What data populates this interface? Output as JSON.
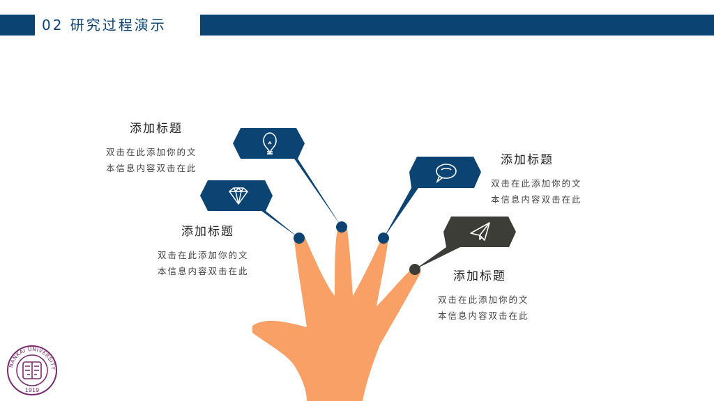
{
  "header": {
    "title": "02 研究过程演示"
  },
  "items": [
    {
      "title": "添加标题",
      "line1": "双击在此添加你的文",
      "line2": "本信息内容双击在此",
      "icon": "lightbulb-icon"
    },
    {
      "title": "添加标题",
      "line1": "双击在此添加你的文",
      "line2": "本信息内容双击在此",
      "icon": "diamond-icon"
    },
    {
      "title": "添加标题",
      "line1": "双击在此添加你的文",
      "line2": "本信息内容双击在此",
      "icon": "speech-bubble-icon"
    },
    {
      "title": "添加标题",
      "line1": "双击在此添加你的文",
      "line2": "本信息内容双击在此",
      "icon": "paper-plane-icon"
    }
  ],
  "logo": {
    "text": "NANKAI UNIVERSITY",
    "year": "1919"
  },
  "colors": {
    "primary": "#0b4473",
    "dark": "#3d3d38",
    "hand": "#f9a066",
    "logo": "#7a2a6e"
  }
}
